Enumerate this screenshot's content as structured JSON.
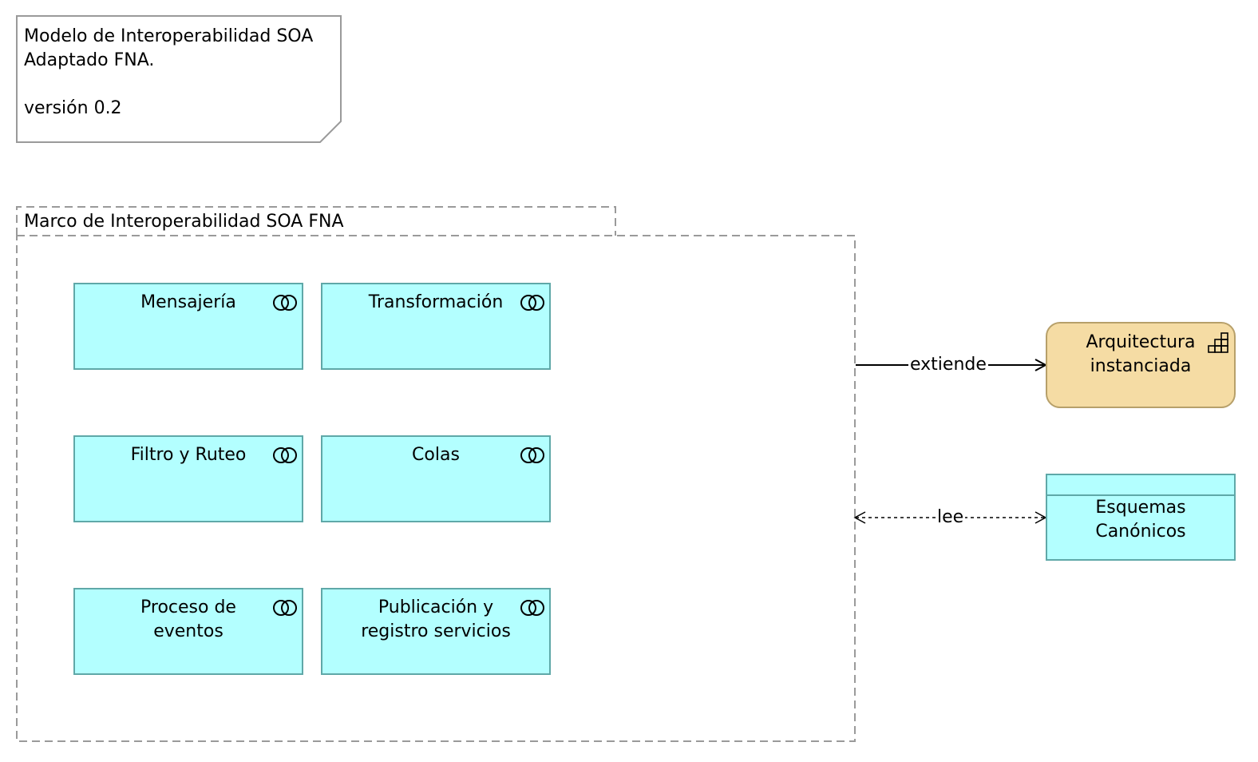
{
  "note": {
    "text": "Modelo de Interoperabilidad SOA\nAdaptado FNA.\n\nversión 0.2"
  },
  "group": {
    "title": "Marco de Interoperabilidad SOA FNA"
  },
  "services": [
    {
      "label": "Mensajería",
      "icon": "service-icon"
    },
    {
      "label": "Transformación",
      "icon": "service-icon"
    },
    {
      "label": "Filtro y Ruteo",
      "icon": "service-icon"
    },
    {
      "label": "Colas",
      "icon": "service-icon"
    },
    {
      "label": "Proceso de\neventos",
      "icon": "service-icon"
    },
    {
      "label": "Publicación y\nregistro servicios",
      "icon": "service-icon"
    }
  ],
  "architecture": {
    "label": "Arquitectura\ninstanciada",
    "icon": "deliverable-icon",
    "color": "#f5dca4"
  },
  "data_object": {
    "label": "Esquemas\nCanónicos",
    "color": "#b3ffff"
  },
  "relations": {
    "extends_label": "extiende",
    "reads_label": "lee"
  },
  "colors": {
    "service_fill": "#b3ffff",
    "service_border": "#5fa8a8",
    "group_border": "#9a9a9a"
  }
}
